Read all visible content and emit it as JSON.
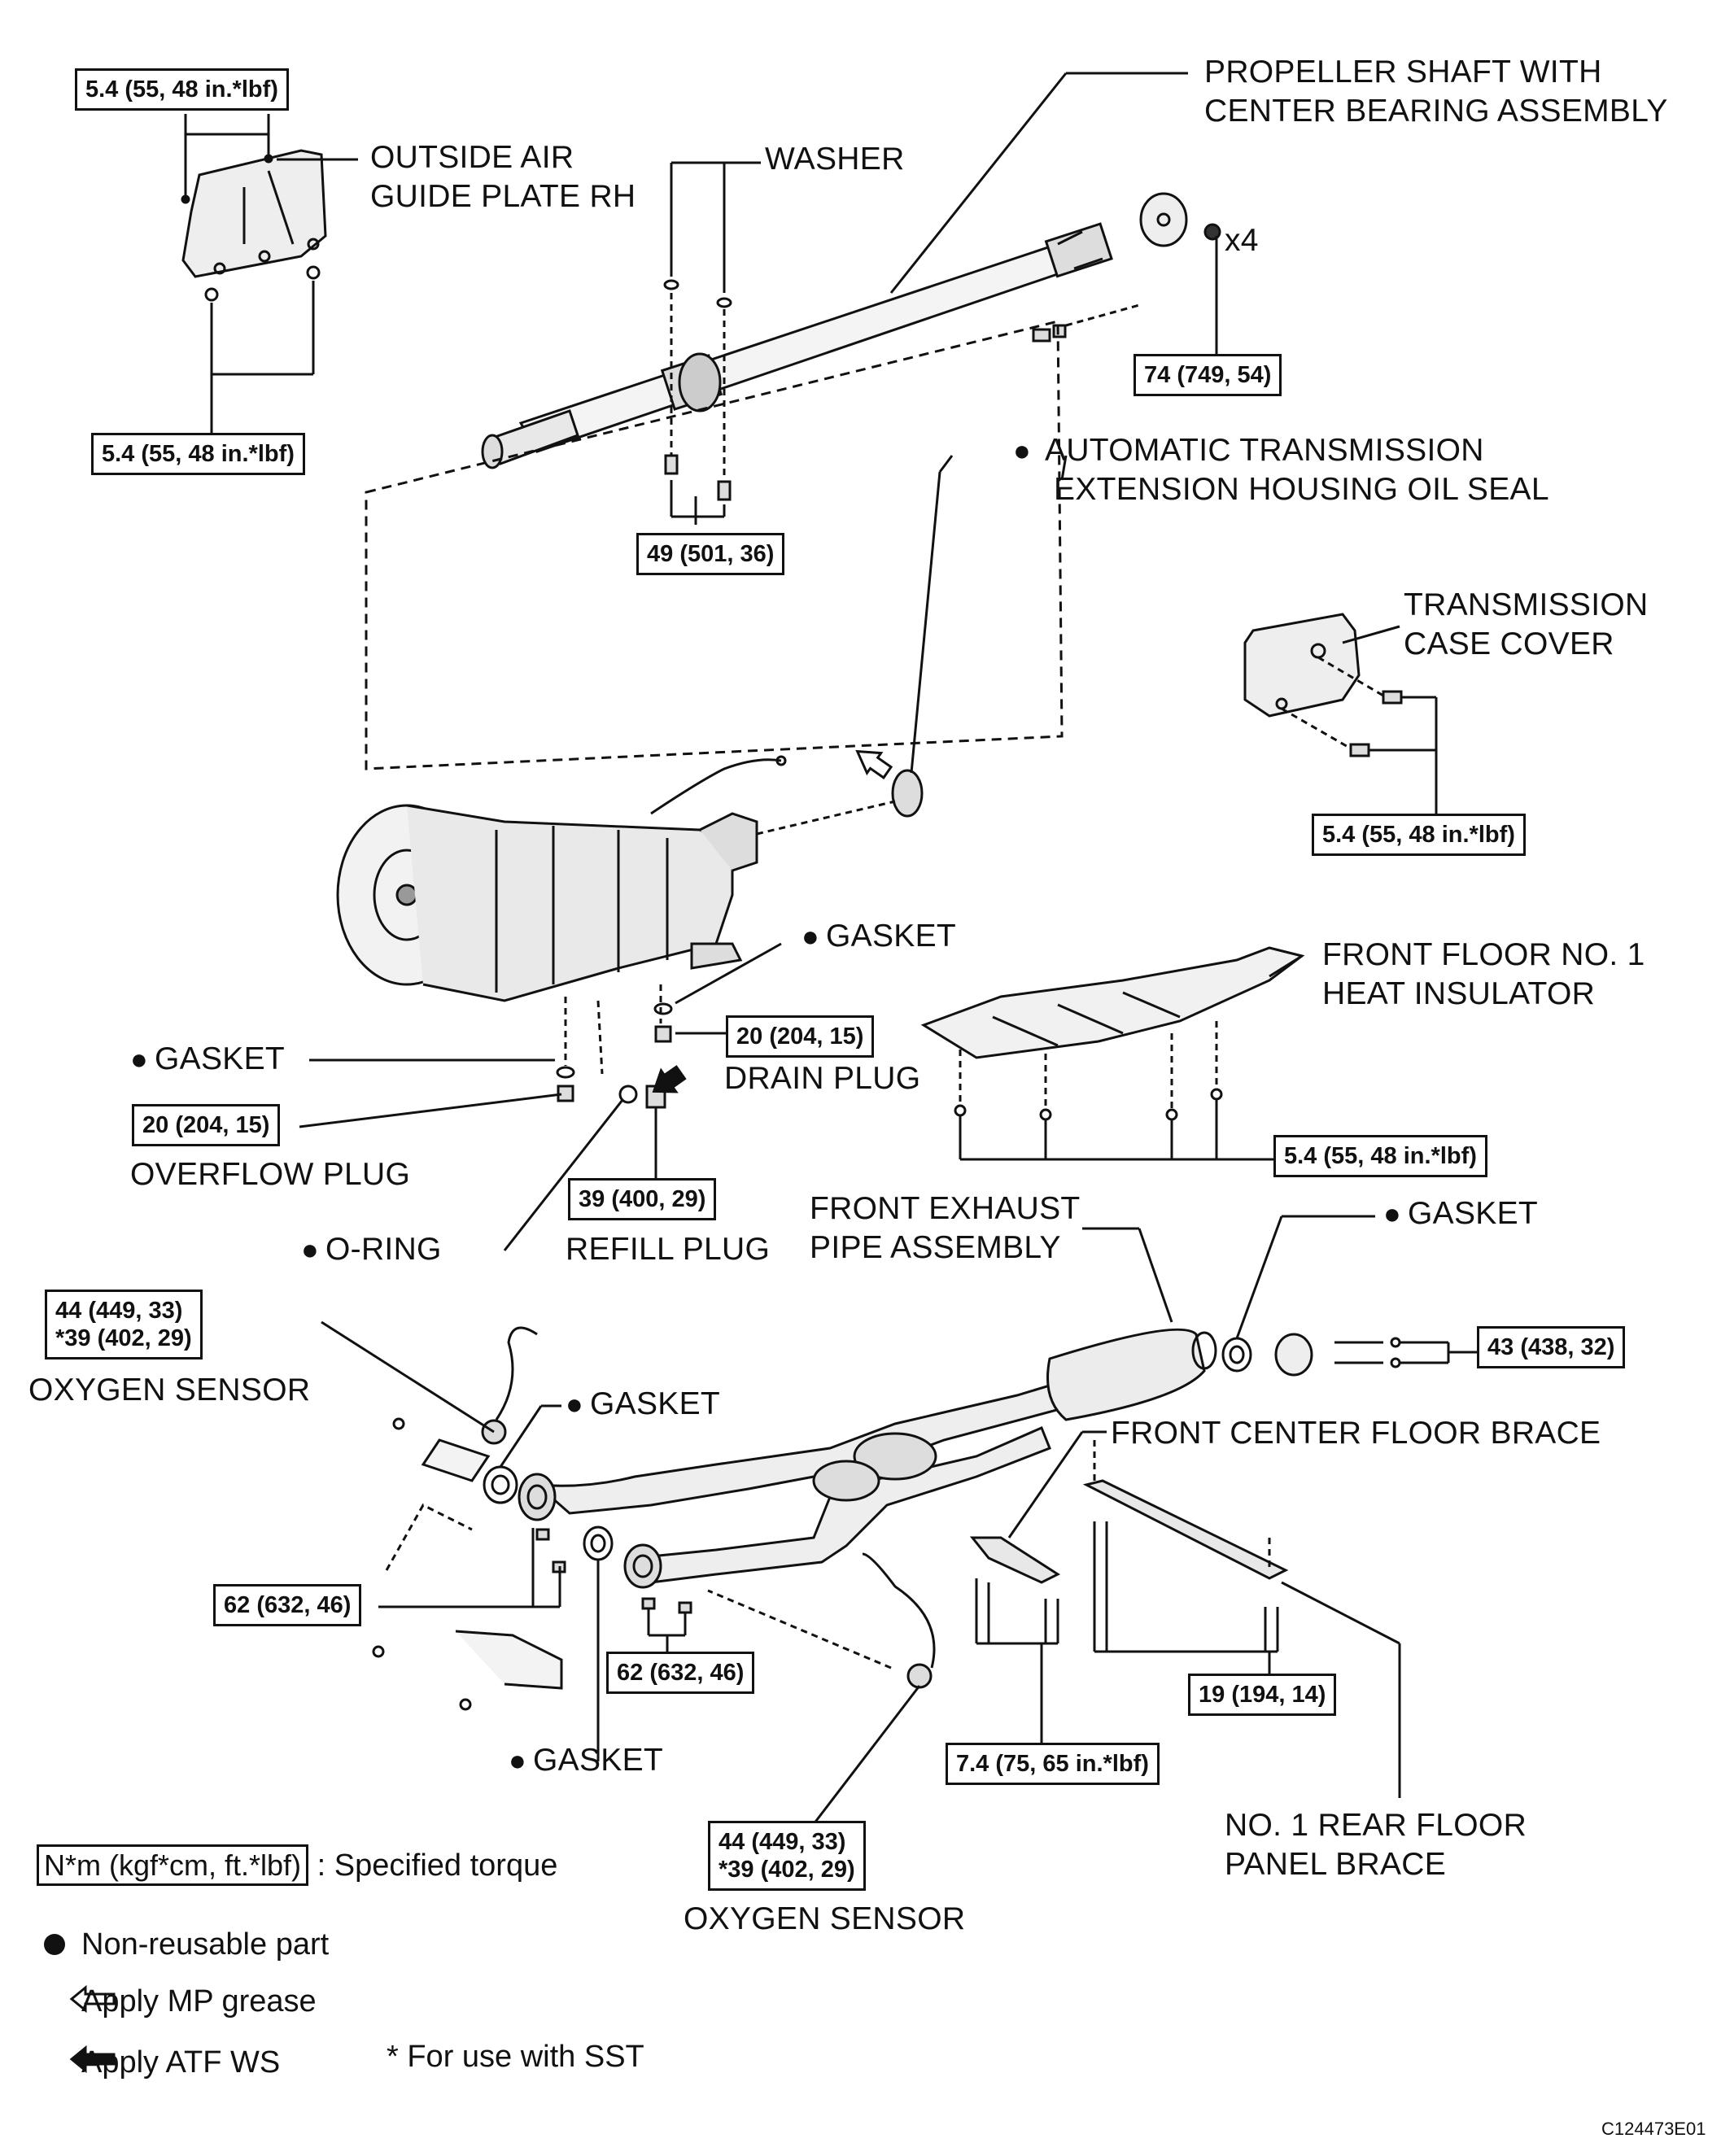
{
  "labels": {
    "propeller_shaft": [
      "PROPELLER SHAFT WITH",
      "CENTER BEARING ASSEMBLY"
    ],
    "outside_air_guide": [
      "OUTSIDE AIR",
      "GUIDE PLATE RH"
    ],
    "washer": "WASHER",
    "x4": "x4",
    "ext_housing_seal": [
      "AUTOMATIC TRANSMISSION",
      "EXTENSION HOUSING OIL SEAL"
    ],
    "case_cover": [
      "TRANSMISSION",
      "CASE COVER"
    ],
    "gasket_top": "GASKET",
    "front_floor_insulator": [
      "FRONT FLOOR NO. 1",
      "HEAT INSULATOR"
    ],
    "gasket_left": "GASKET",
    "drain_plug": "DRAIN PLUG",
    "overflow_plug": "OVERFLOW PLUG",
    "front_exhaust": [
      "FRONT EXHAUST",
      "PIPE ASSEMBLY"
    ],
    "gasket_right": "GASKET",
    "o_ring": "O-RING",
    "refill_plug": "REFILL PLUG",
    "oxygen_sensor_left": "OXYGEN SENSOR",
    "gasket_mid": "GASKET",
    "front_center_brace": "FRONT CENTER FLOOR BRACE",
    "gasket_bottom": "GASKET",
    "rear_floor_brace": [
      "NO. 1 REAR FLOOR",
      "PANEL BRACE"
    ],
    "oxygen_sensor_bottom": "OXYGEN SENSOR"
  },
  "torques": {
    "t_guide_top": "5.4 (55, 48 in.*lbf)",
    "t_guide_bottom": "5.4 (55, 48 in.*lbf)",
    "t_flange": "74 (749, 54)",
    "t_center_bearing": "49 (501, 36)",
    "t_case_cover": "5.4 (55, 48 in.*lbf)",
    "t_drain": "20 (204, 15)",
    "t_overflow": "20 (204, 15)",
    "t_insulator": "5.4 (55, 48 in.*lbf)",
    "t_refill": "39 (400, 29)",
    "t_o2_left": [
      "44 (449, 33)",
      "*39 (402, 29)"
    ],
    "t_exhaust_rear": "43 (438, 32)",
    "t_manifold_left": "62 (632, 46)",
    "t_manifold_mid": "62 (632, 46)",
    "t_rear_brace": "19 (194, 14)",
    "t_center_brace": "7.4 (75, 65 in.*lbf)",
    "t_o2_bottom": [
      "44 (449, 33)",
      "*39 (402, 29)"
    ]
  },
  "legend": {
    "torque_box": "N*m (kgf*cm, ft.*lbf)",
    "torque_desc": ": Specified torque",
    "non_reusable": "Non-reusable part",
    "mp_grease": "Apply MP grease",
    "atf_ws": "Apply ATF WS",
    "sst": "* For use with SST"
  },
  "figure_code": "C124473E01"
}
